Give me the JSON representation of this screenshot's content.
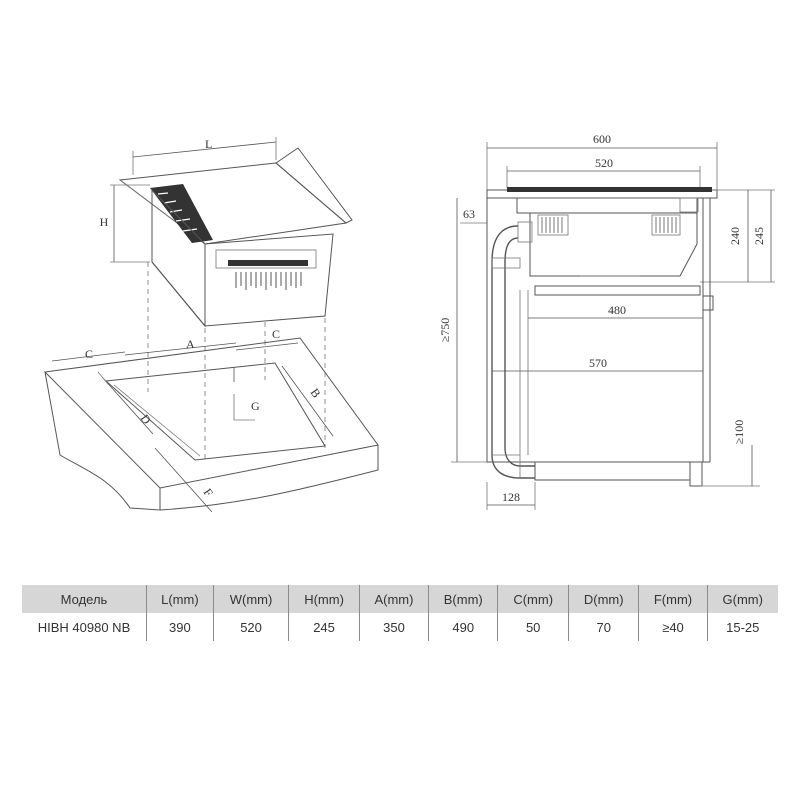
{
  "diagram": {
    "left_view": {
      "labels": {
        "L": "L",
        "H": "H",
        "A": "A",
        "B": "B",
        "C_left": "C",
        "C_right": "C",
        "D": "D",
        "F": "F",
        "G": "G"
      }
    },
    "right_view": {
      "labels": {
        "width_total": "600",
        "width_top": "520",
        "offset_63": "63",
        "height_240": "240",
        "height_245": "245",
        "height_750": "≥750",
        "depth_480": "480",
        "depth_570": "570",
        "bottom_100": "≥100",
        "bottom_128": "128"
      }
    }
  },
  "spec_table": {
    "headers": [
      "Модель",
      "L(mm)",
      "W(mm)",
      "H(mm)",
      "A(mm)",
      "B(mm)",
      "C(mm)",
      "D(mm)",
      "F(mm)",
      "G(mm)"
    ],
    "rows": [
      [
        "HIBH 40980 NB",
        "390",
        "520",
        "245",
        "350",
        "490",
        "50",
        "70",
        "≥40",
        "15-25"
      ]
    ]
  }
}
